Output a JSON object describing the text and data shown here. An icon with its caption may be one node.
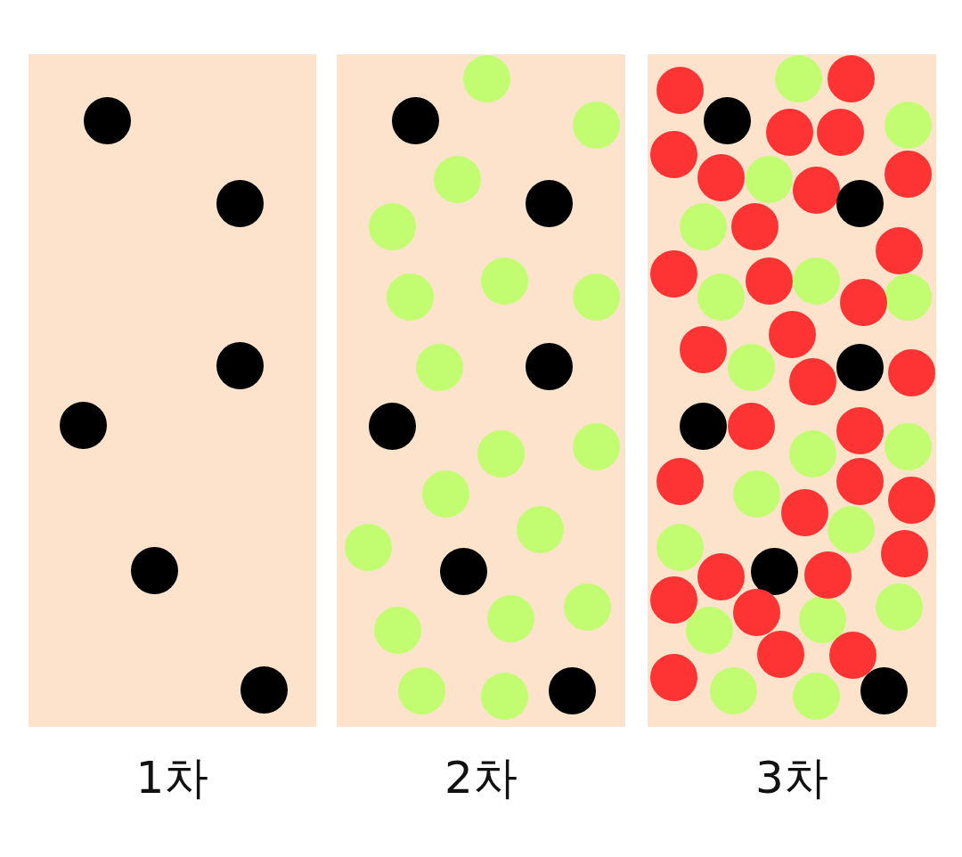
{
  "diagram": {
    "nodes": [
      {
        "text": [
          "1차"
        ]
      },
      {
        "text": [
          "2차"
        ]
      },
      {
        "text": [
          "3차"
        ]
      }
    ]
  }
}
